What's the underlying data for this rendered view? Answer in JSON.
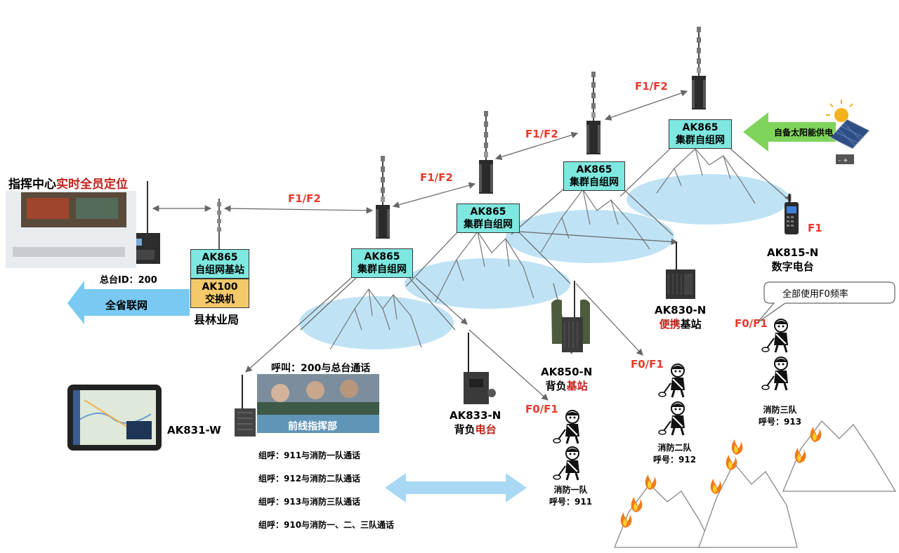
{
  "command_center": {
    "title_prefix": "指挥中心",
    "title_highlight": "实时全员定位",
    "console_id": "总台ID：200"
  },
  "county": {
    "base_top": "AK865",
    "base_bottom": "自组网基站",
    "switch_top": "AK100",
    "switch_bottom": "交换机",
    "name": "县林业局",
    "network_arrow": "全省联网"
  },
  "cluster_box": {
    "model": "AK865",
    "name": "集群自组网"
  },
  "freq": {
    "f1f2": "F1/F2",
    "f1": "F1",
    "f0f1": "F0/F1"
  },
  "solar": {
    "label": "自备太阳能供电"
  },
  "ak815": {
    "model": "AK815-N",
    "name": "数字电台"
  },
  "ak830": {
    "model": "AK830-N",
    "name_red": "便携",
    "name_rest": "基站"
  },
  "ak850": {
    "model": "AK850-N",
    "name_prefix": "背负",
    "name_red": "基站"
  },
  "ak833": {
    "model": "AK833-N",
    "name_prefix": "背负",
    "name_red": "电台"
  },
  "ak831": {
    "model": "AK831-W"
  },
  "note_bubble": "全部使用F0频率",
  "frontline": {
    "call": "呼叫：200与总台通话",
    "title": "前线指挥部"
  },
  "group_calls": [
    "组呼：911与消防一队通话",
    "组呼：912与消防二队通话",
    "组呼：913与消防三队通话",
    "组呼：910与消防一、二、三队通话"
  ],
  "teams": [
    {
      "name": "消防一队",
      "call": "呼号：911"
    },
    {
      "name": "消防二队",
      "call": "呼号：912"
    },
    {
      "name": "消防三队",
      "call": "呼号：913"
    }
  ],
  "colors": {
    "coverage": "#bfe3f5",
    "arrow_blue": "#79c9f2",
    "solar_green": "#7fd45b",
    "freq_red": "#e8392b",
    "box_cyan": "#7ee8e0",
    "box_gold": "#f4c96a"
  }
}
